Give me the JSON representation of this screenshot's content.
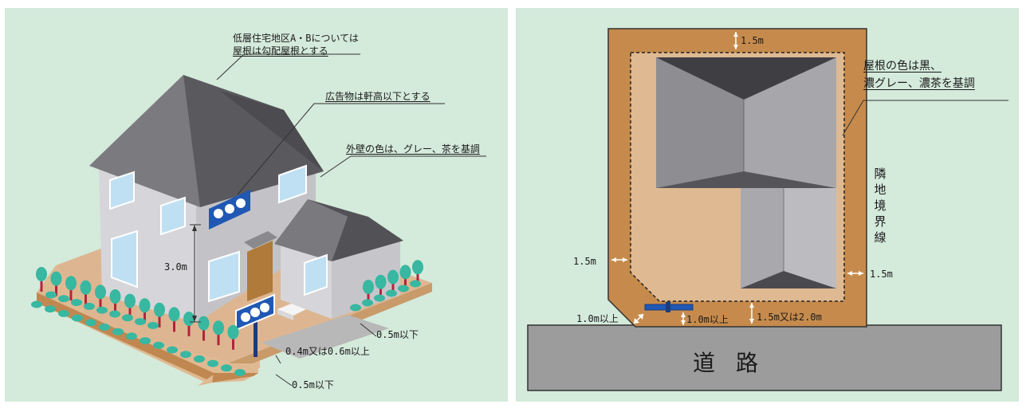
{
  "left": {
    "callout_roof": [
      "低層住宅地区A・Bについては",
      "屋根は勾配屋根とする"
    ],
    "callout_sign": "広告物は軒高以下とする",
    "callout_wall": "外壁の色は、グレー、茶を基調",
    "dim_height": "3.0m",
    "dim_setback_upper": "0.5m以下",
    "dim_hedge_width": "0.4m又は0.6m以上",
    "dim_setback_lower": "0.5m以下"
  },
  "right": {
    "roof_color_note": [
      "屋根の色は黒、",
      "濃グレー、濃茶を基調"
    ],
    "boundary_label": "隣地境界線",
    "dim_top": "1.5m",
    "dim_left": "1.5m",
    "dim_right": "1.5m",
    "dim_corner": "1.0m以上",
    "dim_gate": "1.0m以上",
    "dim_front": "1.5m又は2.0m",
    "road_label": "道路"
  },
  "colors": {
    "background": "#d4eadb",
    "lot_brown": "#c68b4c",
    "setback_fill": "#dfb992",
    "roof_gray": "#6e6e6e",
    "road_gray": "#9c9c9c",
    "sign_blue": "#2058b4"
  }
}
